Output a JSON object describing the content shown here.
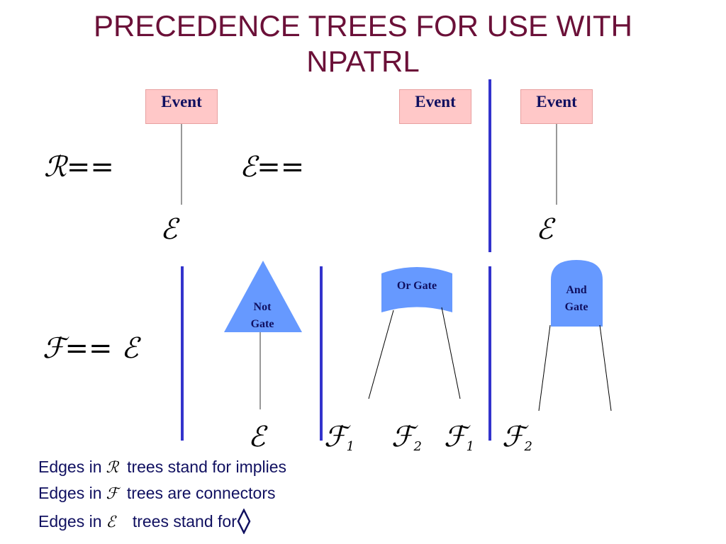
{
  "title_line1": "PRECEDENCE TREES FOR USE WITH",
  "title_line2": "NPATRL",
  "events": {
    "label": "Event"
  },
  "defs": {
    "r_def": "ℛ==",
    "e_def": "ℰ==",
    "f_def": "ℱ== ℰ"
  },
  "leaves": {
    "e": "ℰ",
    "f": "ℱ",
    "f_sub1": "1",
    "f_sub2": "2"
  },
  "gates": {
    "not_gate_line1": "Not",
    "not_gate_line2": "Gate",
    "or_gate": "Or Gate",
    "and_gate_line1": "And",
    "and_gate_line2": "Gate"
  },
  "notes": {
    "line1_prefix": "Edges in",
    "line1_sym": "ℛ",
    "line1_suffix": "trees stand for implies",
    "line2_prefix": "Edges in",
    "line2_sym": "ℱ",
    "line2_suffix": "trees are connectors",
    "line3_prefix": "Edges in",
    "line3_sym": "ℰ",
    "line3_suffix": "trees stand for"
  },
  "colors": {
    "title": "#6b1038",
    "event_fill": "#ffc8c8",
    "gate_fill": "#6699ff",
    "divider": "#3333cc",
    "text": "#101060"
  }
}
